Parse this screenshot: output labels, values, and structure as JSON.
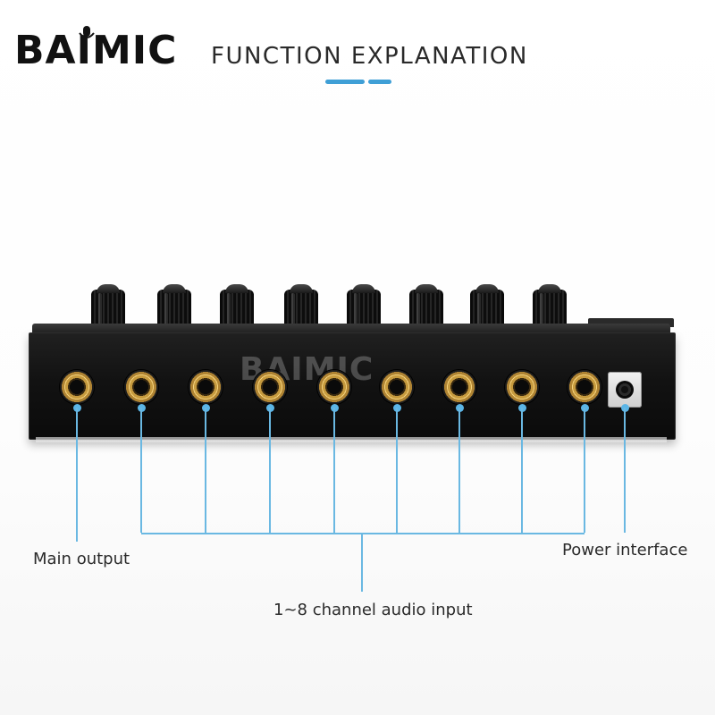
{
  "header": {
    "brand": "BAIMIC",
    "logo_mic_icon": "microphone-icon",
    "title": "FUNCTION EXPLANATION",
    "accent_color": "#3f9fd6"
  },
  "device": {
    "watermark": "BAIMIC",
    "knob_count": 8,
    "jack_count": 9,
    "power_port_icon": "dc-power-jack-icon"
  },
  "callouts": {
    "main_output": "Main output",
    "power_interface": "Power interface",
    "channel_input": "1~8 channel audio input",
    "line_color": "#6ab8e2"
  }
}
